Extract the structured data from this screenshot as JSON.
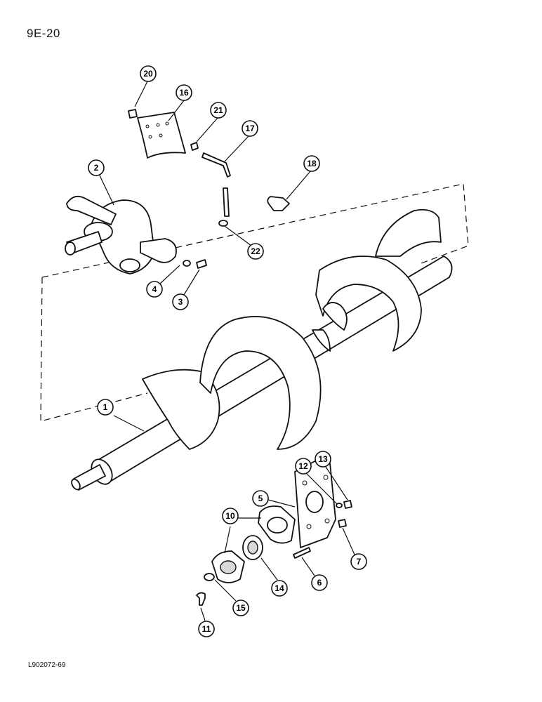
{
  "page": {
    "label": "9E-20",
    "drawing_code": "L902072-69"
  },
  "callouts": [
    {
      "id": "c1",
      "label": "1"
    },
    {
      "id": "c2",
      "label": "2"
    },
    {
      "id": "c3",
      "label": "3"
    },
    {
      "id": "c4",
      "label": "4"
    },
    {
      "id": "c5",
      "label": "5"
    },
    {
      "id": "c6",
      "label": "6"
    },
    {
      "id": "c7",
      "label": "7"
    },
    {
      "id": "c10",
      "label": "10"
    },
    {
      "id": "c11",
      "label": "11"
    },
    {
      "id": "c12",
      "label": "12"
    },
    {
      "id": "c13",
      "label": "13"
    },
    {
      "id": "c14",
      "label": "14"
    },
    {
      "id": "c15",
      "label": "15"
    },
    {
      "id": "c16",
      "label": "16"
    },
    {
      "id": "c17",
      "label": "17"
    },
    {
      "id": "c18",
      "label": "18"
    },
    {
      "id": "c20",
      "label": "20"
    },
    {
      "id": "c21",
      "label": "21"
    },
    {
      "id": "c22",
      "label": "22"
    }
  ]
}
